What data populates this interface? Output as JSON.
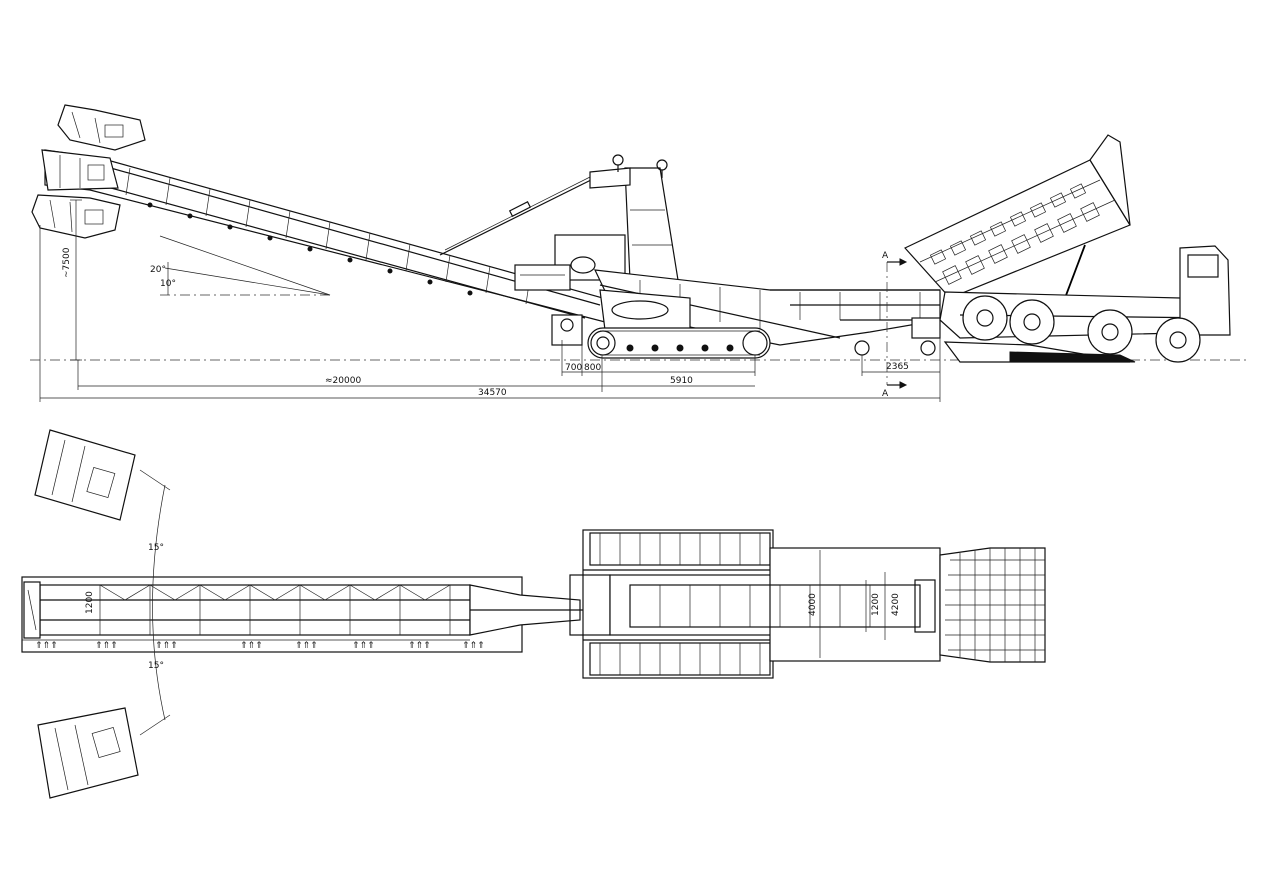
{
  "side_view": {
    "dims": {
      "height": "~7500",
      "angle_upper": "20°",
      "angle_lower": "10°",
      "d700": "700",
      "d800": "800",
      "d5910": "5910",
      "d2365": "2365",
      "d20000": "≈20000",
      "d34570": "34570",
      "section_top": "A",
      "section_bottom": "A"
    }
  },
  "plan_view": {
    "dims": {
      "angle_top": "15°",
      "angle_bottom": "15°",
      "w1200_left": "1200",
      "w4000": "4000",
      "w1200_right": "1200",
      "w4200": "4200"
    },
    "arrow_marks": [
      "⇑⇑⇑",
      "⇑⇑⇑",
      "⇑⇑⇑",
      "⇑⇑⇑",
      "⇑⇑⇑",
      "⇑⇑⇑",
      "⇑⇑⇑",
      "⇑⇑⇑"
    ]
  }
}
